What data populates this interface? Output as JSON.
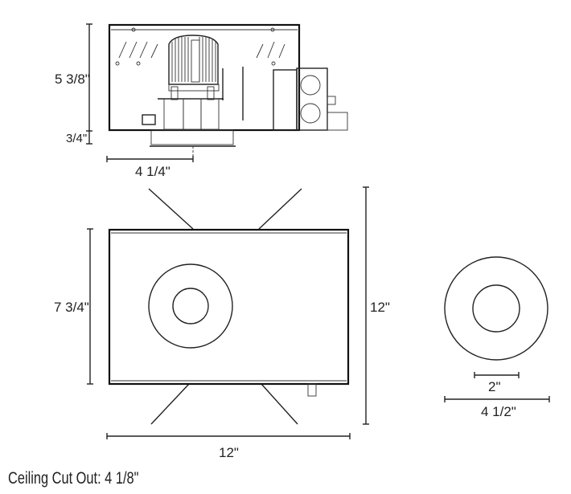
{
  "side_view": {
    "height_label": "5 3/8\"",
    "trim_label": "3/4\"",
    "offset_label": "4 1/4\""
  },
  "top_view": {
    "width_label": "12\"",
    "depth_label": "7 3/4\"",
    "overall_label": "12\""
  },
  "trim_view": {
    "aperture_label": "2\"",
    "outer_label": "4 1/2\""
  },
  "caption": "Ceiling Cut Out: 4 1/8\""
}
